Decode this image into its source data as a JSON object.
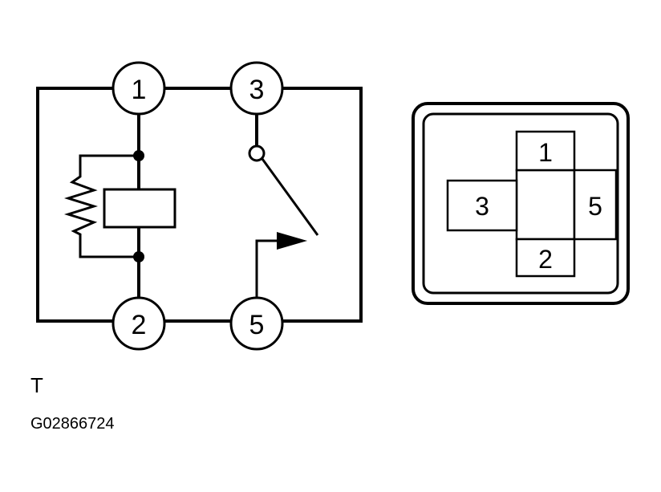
{
  "schematic": {
    "terminals": {
      "t1": "1",
      "t2": "2",
      "t3": "3",
      "t5": "5"
    }
  },
  "connector": {
    "pins": {
      "p1": "1",
      "p2": "2",
      "p3": "3",
      "p5": "5"
    }
  },
  "view_label": "T",
  "figure_id": "G02866724"
}
